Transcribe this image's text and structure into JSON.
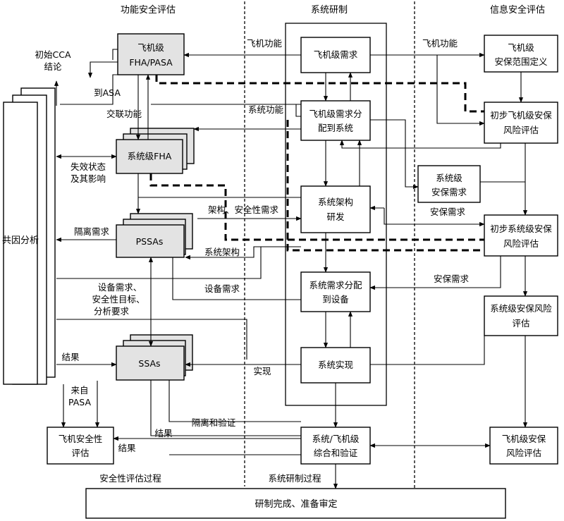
{
  "columns": {
    "safety": "功能安全评估",
    "dev": "系统研制",
    "security": "信息安全评估"
  },
  "boxes": {
    "aircraft_fha": [
      "飞机级",
      "FHA/PASA"
    ],
    "system_fha": "系统级FHA",
    "pssas": "PSSAs",
    "ssas": "SSAs",
    "ccа": "共因分析",
    "aircraft_safety_assess": [
      "飞机安全性",
      "评估"
    ],
    "aircraft_req": "飞机级需求",
    "alloc_to_system": [
      "飞机级需求分",
      "配到系统"
    ],
    "arch_dev": [
      "系统架构",
      "研发"
    ],
    "alloc_to_equipment": [
      "系统需求分配",
      "到设备"
    ],
    "sys_impl": "系统实现",
    "integration": [
      "系统/飞机级",
      "综合和验证"
    ],
    "security_scope": [
      "飞机级",
      "安保范围定义"
    ],
    "prelim_aircraft_risk": [
      "初步飞机级安保",
      "风险评估"
    ],
    "sys_security_req": [
      "系统级",
      "安保需求"
    ],
    "prelim_sys_risk": [
      "初步系统级安保",
      "风险评估"
    ],
    "sys_risk": [
      "系统级安保风险",
      "评估"
    ],
    "aircraft_risk": [
      "飞机级安保",
      "风险评估"
    ],
    "final": "研制完成、准备审定"
  },
  "labels": {
    "initial_cca": [
      "初始CCA",
      "结论"
    ],
    "to_asa": "到ASA",
    "interface_func": "交联功能",
    "aircraft_func_left": "飞机功能",
    "aircraft_func_right": "飞机功能",
    "system_func": "系统功能",
    "failure_state": [
      "失效状态",
      "及其影响"
    ],
    "arch_safety_req": "架构、安全性需求",
    "isolation_req": "隔离需求",
    "system_arch": "系统架构",
    "security_req_1": "安保需求",
    "security_req_2": "安保需求",
    "equip_req": "设备需求",
    "equip_multi": [
      "设备需求、",
      "安全性目标、",
      "分析要求"
    ],
    "result_1": "结果",
    "from_pasa": [
      "来自",
      "PASA"
    ],
    "implementation": "实现",
    "isolation_verify": "隔离和验证",
    "result_2": "结果",
    "result_3": "结果",
    "safety_process": "安全性评估过程",
    "dev_process": "系统研制过程"
  }
}
